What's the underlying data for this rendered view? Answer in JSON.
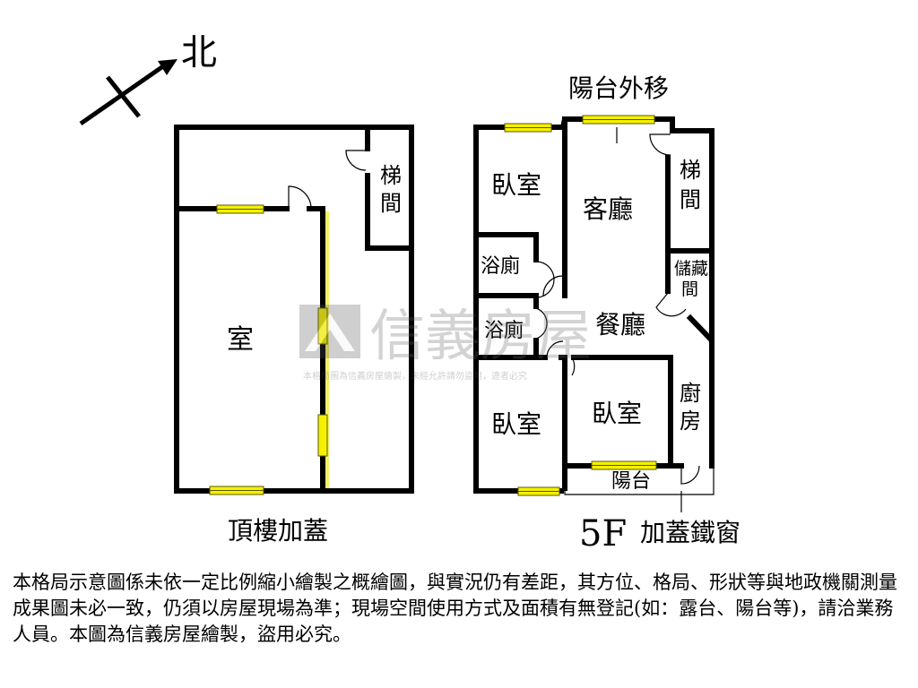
{
  "compass": {
    "north_label": "北"
  },
  "roof_plan": {
    "caption": "頂樓加蓋",
    "rooms": {
      "main": "室",
      "stair_1": "梯",
      "stair_2": "間"
    }
  },
  "fifth_floor": {
    "floor_label": "5F",
    "balcony_note": "陽台外移",
    "iron_window_note": "加蓋鐵窗",
    "rooms": {
      "bedroom_top": "臥室",
      "living_room": "客廳",
      "stair_1": "梯",
      "stair_2": "間",
      "storage_1": "儲藏",
      "storage_2": "間",
      "bath_1": "浴廁",
      "bath_2": "浴廁",
      "dining_room": "餐廳",
      "kitchen_1": "廚",
      "kitchen_2": "房",
      "bedroom_bottom_left": "臥室",
      "bedroom_bottom_mid": "臥室",
      "balcony": "陽台"
    }
  },
  "watermark": {
    "brand": "信義房屋",
    "notice": "本格局圖為信義房屋繪製，未經允許請勿盜用，違者必究"
  },
  "disclaimer": "本格局示意圖係未依一定比例縮小繪製之概繪圖，與實況仍有差距，其方位、格局、形狀等與地政機關測量成果圖未必一致，仍須以房屋現場為準；現場空間使用方式及面積有無登記(如：露台、陽台等)，請洽業務人員。本圖為信義房屋繪製，盜用必究。"
}
